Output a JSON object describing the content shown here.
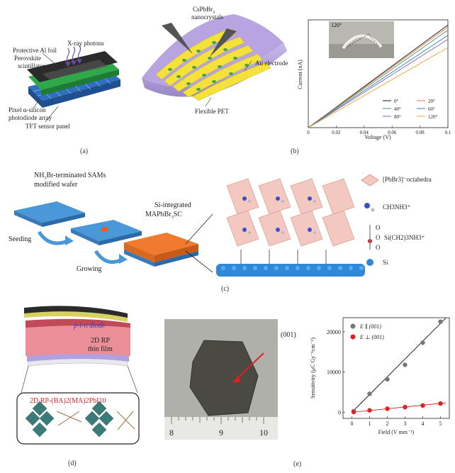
{
  "panel_a": {
    "caption": "(a)",
    "labels": {
      "xray": "X-ray photons",
      "al_foil": "Protective Al foil",
      "scint_1": "Perovskite",
      "scint_2": "scintillator",
      "pixel_1": "Pixel α-silicon",
      "pixel_2": "photodiode array",
      "tft": "TFT sensor panel"
    }
  },
  "panel_b_left": {
    "labels": {
      "nc_1": "CsPbBr",
      "nc_sub": "3",
      "nc_2": "nanocrystals",
      "au": "Au electrode",
      "pet": "Flexible PET"
    }
  },
  "panel_b": {
    "caption": "(b)",
    "inset_label": "120°"
  },
  "panel_c": {
    "caption": "(c)",
    "sams_1": "NH",
    "sams_sub": "3",
    "sams_2": "Br-terminated SAMs",
    "sams_3": "modified wafer",
    "si_int_1": "Si-integrated",
    "si_int_2": "MAPbBr",
    "si_int_sub": "3",
    "si_int_3": "SC",
    "seeding": "Seeding",
    "growing": "Growing",
    "legend_octa": "[PbBr3]⁻octahedra",
    "legend_ch3": "CH3NH3⁺",
    "legend_si_chain": "Si(CH2)3NH3⁺",
    "legend_o": "O",
    "legend_si": "Si"
  },
  "panel_d": {
    "caption": "(d)",
    "pin": "p-i-n diode",
    "rp_1": "2D RP",
    "rp_2": "thin film",
    "formula": "2D RP-(BA)2(MA)2PbI10"
  },
  "panel_e": {
    "caption": "(e)",
    "facet": "(001)",
    "ruler": [
      "8",
      "9",
      "10"
    ]
  },
  "chart_data": [
    {
      "type": "line",
      "xlabel": "Voltage (V)",
      "ylabel": "Current (nA)",
      "xlim": [
        0,
        0.1
      ],
      "xticks": [
        "0",
        "0.02",
        "0.04",
        "0.06",
        "0.08",
        "0.1"
      ],
      "series": [
        {
          "name": "0°",
          "color": "#111111",
          "x": [
            0,
            0.1
          ],
          "y": [
            0,
            1.0
          ]
        },
        {
          "name": "20°",
          "color": "#e8734a",
          "x": [
            0,
            0.1
          ],
          "y": [
            0,
            0.98
          ]
        },
        {
          "name": "40°",
          "color": "#4a9a5a",
          "x": [
            0,
            0.1
          ],
          "y": [
            0,
            0.95
          ]
        },
        {
          "name": "60°",
          "color": "#2e7fb8",
          "x": [
            0,
            0.1
          ],
          "y": [
            0,
            0.9
          ]
        },
        {
          "name": "80°",
          "color": "#8a5fb0",
          "x": [
            0,
            0.1
          ],
          "y": [
            0,
            0.86
          ]
        },
        {
          "name": "120°",
          "color": "#f0a030",
          "x": [
            0,
            0.1
          ],
          "y": [
            0,
            0.78
          ]
        }
      ],
      "legend_placement": "bottom-right"
    },
    {
      "type": "scatter",
      "xlabel": "Field (V mm⁻¹)",
      "ylabel": "Sensitivity (μC Gy⁻¹cm⁻²)",
      "xlim": [
        -0.5,
        5.5
      ],
      "ylim": [
        -1500,
        23500
      ],
      "xticks": [
        0,
        1,
        2,
        3,
        4,
        5
      ],
      "yticks": [
        0,
        10000,
        20000
      ],
      "series": [
        {
          "name": "E ∥ (001)",
          "color": "#777777",
          "x": [
            0.1,
            1,
            2,
            3,
            4,
            5
          ],
          "y": [
            300,
            4600,
            8200,
            11800,
            17300,
            22500
          ]
        },
        {
          "name": "E ⊥ (001)",
          "color": "#e02020",
          "x": [
            0.1,
            1,
            2,
            3,
            4,
            5
          ],
          "y": [
            80,
            500,
            900,
            1300,
            1700,
            2200
          ]
        }
      ],
      "fits": [
        {
          "color": "#111111",
          "x": [
            0,
            5.3
          ],
          "y": [
            0,
            23400
          ]
        },
        {
          "color": "#e02020",
          "x": [
            0,
            5.3
          ],
          "y": [
            0,
            2350
          ]
        }
      ],
      "legend_placement": "top-left"
    }
  ]
}
